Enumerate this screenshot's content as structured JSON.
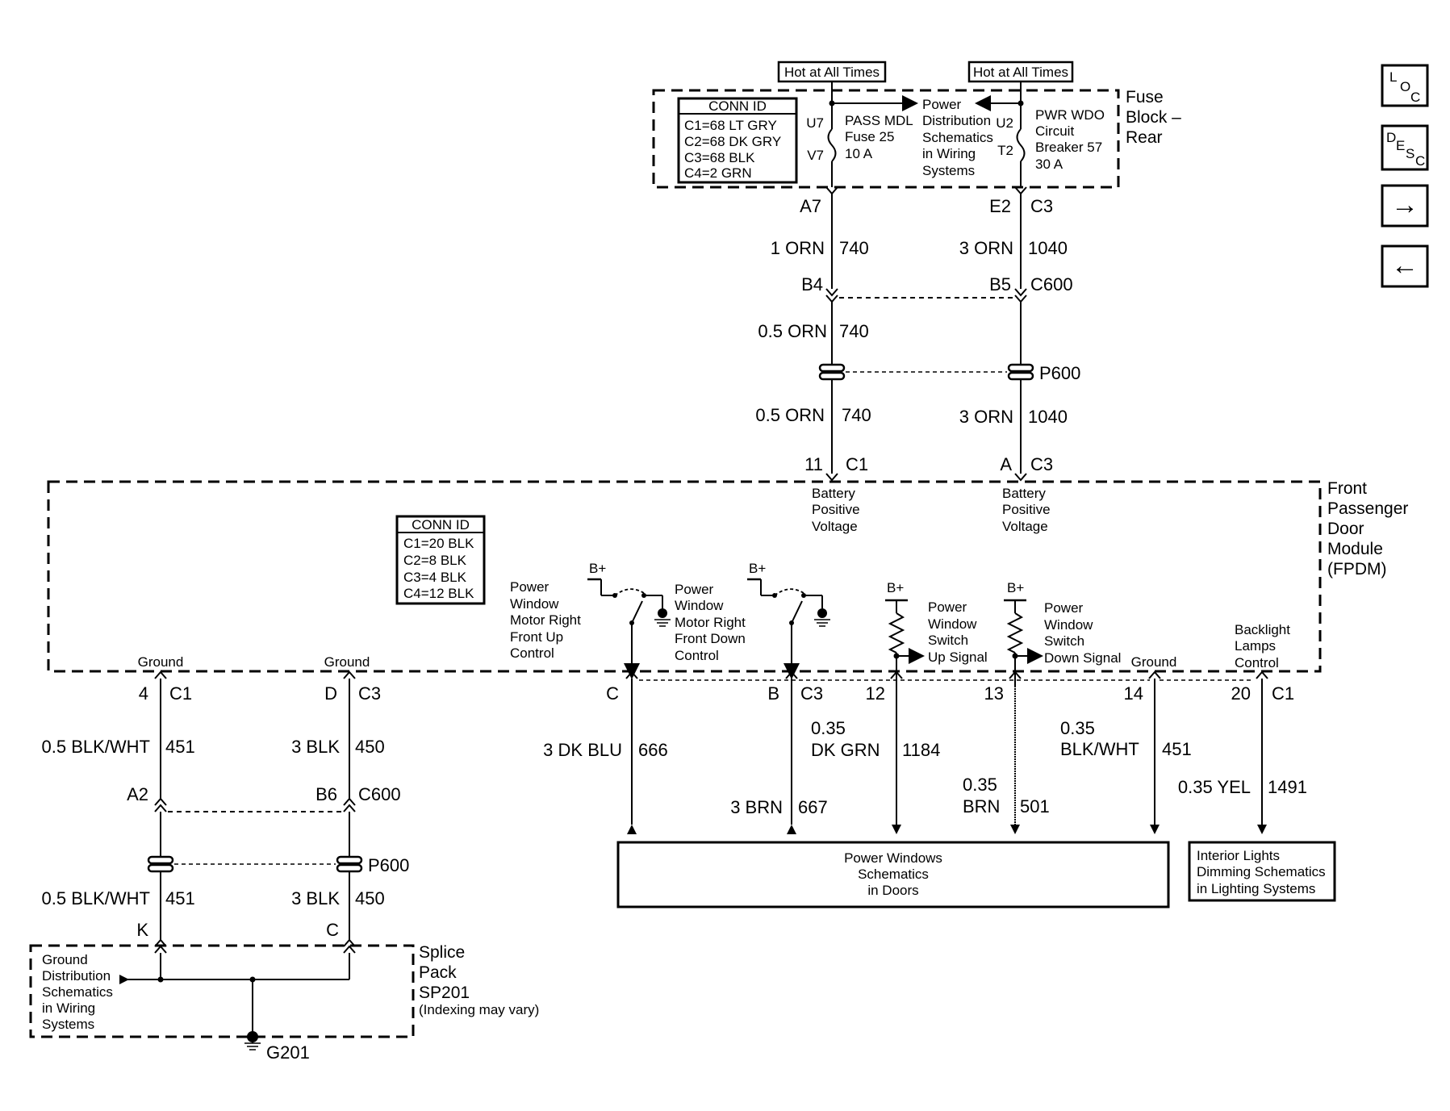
{
  "fuse_block": {
    "hot_left": "Hot at All Times",
    "hot_right": "Hot at All Times",
    "title": [
      "Fuse",
      "Block –",
      "Rear"
    ],
    "conn_id": {
      "title": "CONN ID",
      "lines": [
        "C1=68 LT GRY",
        "C2=68 DK GRY",
        "C3=68 BLK",
        "C4=2 GRN"
      ]
    },
    "fuse_terminals": {
      "top": "U7",
      "bottom": "V7"
    },
    "fuse_label": [
      "PASS MDL",
      "Fuse 25",
      "10 A"
    ],
    "power_dist": [
      "Power",
      "Distribution",
      "Schematics",
      "in Wiring",
      "Systems"
    ],
    "breaker_terminals": {
      "top": "U2",
      "bottom": "T2"
    },
    "breaker_label": [
      "PWR WDO",
      "Circuit",
      "Breaker 57",
      "30 A"
    ]
  },
  "feed": {
    "left_pin": "A7",
    "right_pin": "E2",
    "right_conn": "C3",
    "left_wire1": {
      "gauge": "1 ORN",
      "circuit": "740"
    },
    "right_wire1": {
      "gauge": "3 ORN",
      "circuit": "1040"
    },
    "left_inline_pin": "B4",
    "right_inline_pin": "B5",
    "inline_conn": "C600",
    "left_wire2": {
      "gauge": "0.5 ORN",
      "circuit": "740"
    },
    "splice_label": "P600",
    "left_wire3": {
      "gauge": "0.5 ORN",
      "circuit": "740"
    },
    "right_wire3": {
      "gauge": "3 ORN",
      "circuit": "1040"
    },
    "left_module_pin": "11",
    "left_module_conn": "C1",
    "right_module_pin": "A",
    "right_module_conn": "C3"
  },
  "module": {
    "title": [
      "Front",
      "Passenger",
      "Door",
      "Module",
      "(FPDM)"
    ],
    "battery_left": [
      "Battery",
      "Positive",
      "Voltage"
    ],
    "battery_right": [
      "Battery",
      "Positive",
      "Voltage"
    ],
    "conn_id": {
      "title": "CONN ID",
      "lines": [
        "C1=20 BLK",
        "C2=8 BLK",
        "C3=4 BLK",
        "C4=12 BLK"
      ]
    },
    "bplus": [
      "B+",
      "B+",
      "B+",
      "B+"
    ],
    "up_control": [
      "Power",
      "Window",
      "Motor Right",
      "Front Up",
      "Control"
    ],
    "down_control": [
      "Power",
      "Window",
      "Motor Right",
      "Front Down",
      "Control"
    ],
    "up_signal": [
      "Power",
      "Window",
      "Switch",
      "Up Signal"
    ],
    "down_signal": [
      "Power",
      "Window",
      "Switch",
      "Down Signal"
    ],
    "ground_label": "Ground",
    "backlight": [
      "Backlight",
      "Lamps",
      "Control"
    ],
    "ground_left": "Ground",
    "ground_mid": "Ground"
  },
  "ground_side": {
    "pin_a": "4",
    "conn_a": "C1",
    "pin_b": "D",
    "conn_b": "C3",
    "wire_a1": {
      "gauge": "0.5 BLK/WHT",
      "circuit": "451"
    },
    "wire_b1": {
      "gauge": "3 BLK",
      "circuit": "450"
    },
    "inline_pin_a": "A2",
    "inline_pin_b": "B6",
    "inline_conn": "C600",
    "splice_label": "P600",
    "wire_a2": {
      "gauge": "0.5 BLK/WHT",
      "circuit": "451"
    },
    "wire_b2": {
      "gauge": "3 BLK",
      "circuit": "450"
    },
    "splice_pin_a": "K",
    "splice_pin_b": "C",
    "ground_dist": [
      "Ground",
      "Distribution",
      "Schematics",
      "in Wiring",
      "Systems"
    ],
    "splice_title": [
      "Splice",
      "Pack",
      "SP201"
    ],
    "splice_note": "(Indexing may vary)",
    "ground_point": "G201"
  },
  "outputs": {
    "pin_c": "C",
    "pin_b": "B",
    "conn_c3": "C3",
    "pin_12": "12",
    "pin_13": "13",
    "pin_14": "14",
    "pin_20": "20",
    "conn_c1": "C1",
    "w666": {
      "gauge": "3 DK BLU",
      "circuit": "666"
    },
    "w667": {
      "gauge": "3 BRN",
      "circuit": "667"
    },
    "w1184": {
      "gauge1": "0.35",
      "gauge2": "DK GRN",
      "circuit": "1184"
    },
    "w501": {
      "gauge1": "0.35",
      "gauge2": "BRN",
      "circuit": "501"
    },
    "w451": {
      "gauge1": "0.35",
      "gauge2": "BLK/WHT",
      "circuit": "451"
    },
    "w1491": {
      "gauge": "0.35 YEL",
      "circuit": "1491"
    },
    "power_windows_box": [
      "Power Windows",
      "Schematics",
      "in Doors"
    ],
    "interior_box": [
      "Interior Lights",
      "Dimming Schematics",
      "in Lighting Systems"
    ]
  },
  "nav": {
    "loc": [
      "L",
      "O",
      "C"
    ],
    "desc": [
      "D",
      "E",
      "S",
      "C"
    ],
    "next_arrow": "→",
    "prev_arrow": "←"
  }
}
